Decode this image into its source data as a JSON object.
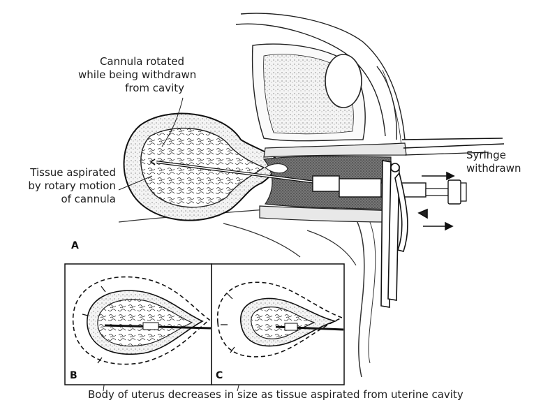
{
  "labels": {
    "cannula": [
      "Cannula rotated",
      "while being withdrawn",
      "from cavity"
    ],
    "tissue": [
      "Tissue aspirated",
      "by rotary motion",
      "of cannula"
    ],
    "syringe": [
      "Syringe",
      "withdrawn"
    ],
    "caption": "Body of uterus decreases in size as tissue aspirated from uterine cavity"
  },
  "panels": {
    "a": "A",
    "b": "B",
    "c": "C"
  }
}
